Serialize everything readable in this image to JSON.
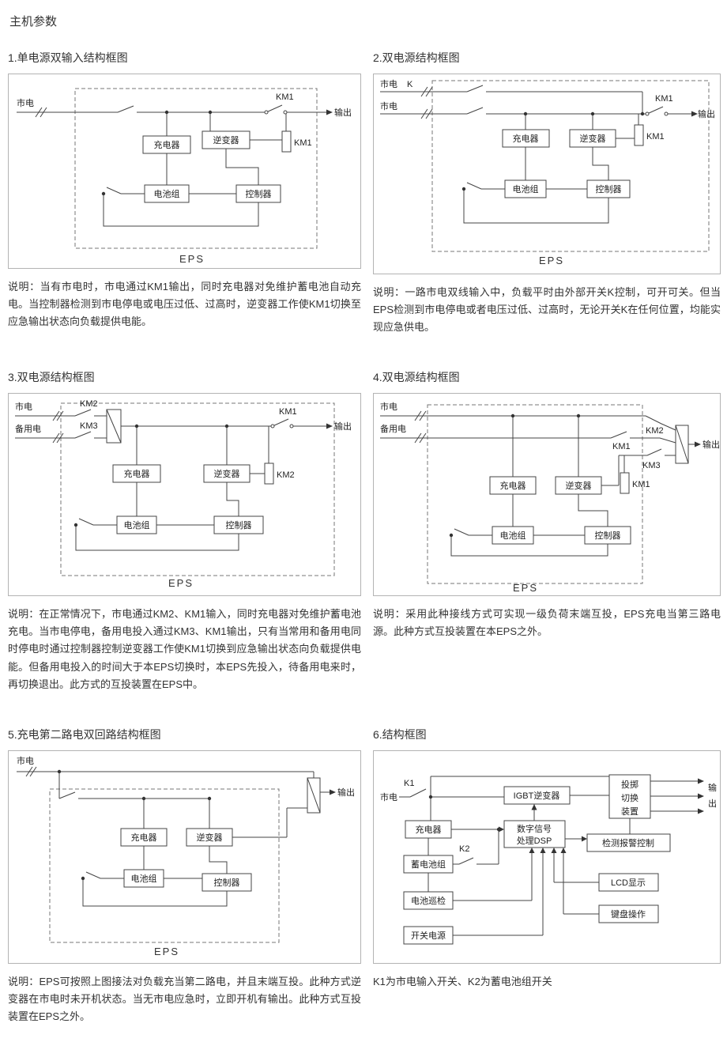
{
  "page": {
    "title": "主机参数"
  },
  "c": {
    "mains": "市电",
    "backup": "备用电",
    "output": "输出",
    "charger": "充电器",
    "inverter": "逆变器",
    "battery": "电池组",
    "controller": "控制器",
    "eps": "EPS",
    "km1": "KM1",
    "km2": "KM2",
    "km3": "KM3",
    "k": "K"
  },
  "sections": [
    {
      "title": "1.单电源双输入结构框图",
      "desc": "说明：当有市电时，市电通过KM1输出，同时充电器对免维护蓄电池自动充电。当控制器检测到市电停电或电压过低、过高时，逆变器工作使KM1切换至应急输出状态向负载提供电能。"
    },
    {
      "title": "2.双电源结构框图",
      "desc": "说明：一路市电双线输入中，负载平时由外部开关K控制，可开可关。但当EPS检测到市电停电或者电压过低、过高时，无论开关K在任何位置，均能实现应急供电。"
    },
    {
      "title": "3.双电源结构框图",
      "desc": "说明：在正常情况下，市电通过KM2、KM1输入，同时充电器对免维护蓄电池充电。当市电停电，备用电投入通过KM3、KM1输出，只有当常用和备用电同时停电时通过控制器控制逆变器工作使KM1切换到应急输出状态向负载提供电能。但备用电投入的时间大于本EPS切换时，本EPS先投入，待备用电来时，再切换退出。此方式的互投装置在EPS中。"
    },
    {
      "title": "4.双电源结构框图",
      "desc": "说明：采用此种接线方式可实现一级负荷末端互投，EPS充电当第三路电源。此种方式互投装置在本EPS之外。"
    },
    {
      "title": "5.充电第二路电双回路结构框图",
      "desc": "说明：EPS可按照上图接法对负载充当第二路电，并且末端互投。此种方式逆变器在市电时未开机状态。当无市电应急时，立即开机有输出。此种方式互投装置在EPS之外。"
    },
    {
      "title": "6.结构框图",
      "desc": "K1为市电输入开关、K2为蓄电池组开关"
    }
  ],
  "d6": {
    "k1": "K1",
    "k2": "K2",
    "mains": "市电",
    "igbt": "IGBT逆变器",
    "transfer1": "投掷",
    "transfer2": "切换",
    "transfer3": "装置",
    "charger": "充电器",
    "dsp1": "数字信号",
    "dsp2": "处理DSP",
    "alarm": "检测报警控制",
    "battery": "蓄电池组",
    "lcd": "LCD显示",
    "inspect": "电池巡检",
    "keyboard": "键盘操作",
    "power": "开关电源",
    "out1": "输",
    "out2": "出"
  }
}
